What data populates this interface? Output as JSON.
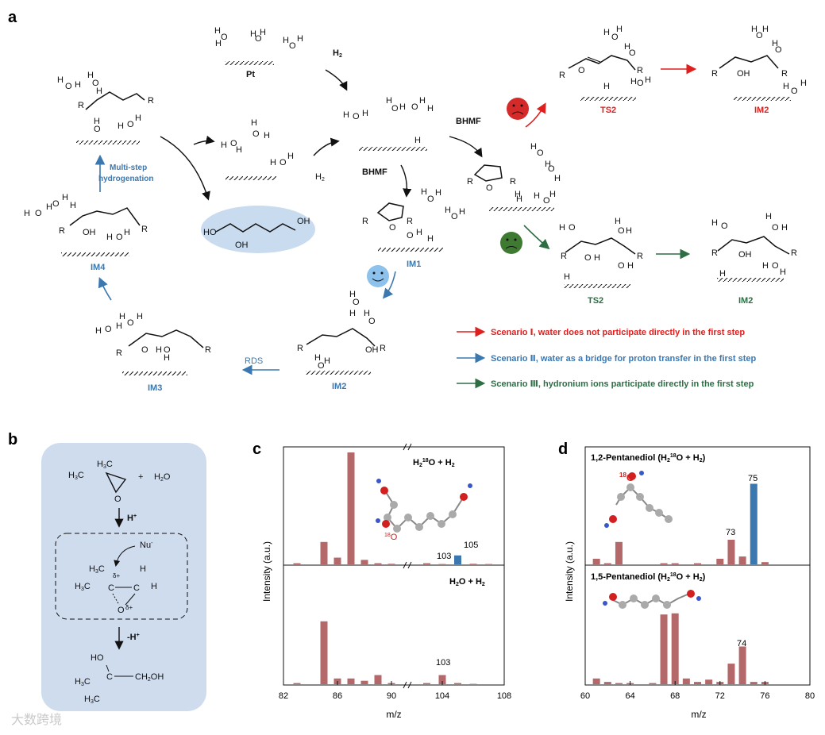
{
  "panels": {
    "a": "a",
    "b": "b",
    "c": "c",
    "d": "d"
  },
  "scheme_a": {
    "surface_pt": "Pt",
    "h2": "H",
    "h2_sub": "2",
    "bhmf": "BHMF",
    "rds": "RDS",
    "multistep": "Multi-step",
    "hydrogenation": "hydrogenation",
    "states": {
      "im1": "IM1",
      "im2_blue": "IM2",
      "im3": "IM3",
      "im4": "IM4",
      "ts2_red": "TS2",
      "im2_red": "IM2",
      "ts2_green": "TS2",
      "im2_green": "IM2"
    },
    "legend": [
      {
        "text": "Scenario Ⅰ, water does not participate directly in  the first step",
        "color": "#e01e1e"
      },
      {
        "text": "Scenario Ⅱ, water as a bridge for proton transfer in the first step",
        "color": "#3b78b0"
      },
      {
        "text": "Scenario Ⅲ, hydronium ions  participate directly in the first step",
        "color": "#2e6e45"
      }
    ]
  },
  "scheme_b": {
    "h3c1": "H3C",
    "h3c2": "H3C",
    "plus": "+",
    "h2o": "H2O",
    "hplus": "H+",
    "nu": "Nu-",
    "delta": "δ+",
    "minush": "-H+",
    "ho": "HO",
    "ch2oh": "CH2OH",
    "h3c_prod": "H3C",
    "h3c_prod2": "H3C"
  },
  "chart_c": {
    "ylabel": "Intensity (a.u.)",
    "xlabel": "m/z",
    "xticks": [
      "82",
      "86",
      "90",
      "104",
      "108"
    ],
    "top_label": "H2¹⁸O + H2",
    "bottom_label": "H2O + H2",
    "ann_103": "103",
    "ann_105": "105",
    "ann_103b": "103",
    "ann_18o": "18O"
  },
  "chart_d": {
    "ylabel": "Intensity (a.u.)",
    "xlabel": "m/z",
    "xticks": [
      "60",
      "64",
      "68",
      "72",
      "76",
      "80"
    ],
    "top_label": "1,2-Pentanediol (H2¹⁸O + H2)",
    "bottom_label": "1,5-Pentanediol (H2¹⁸O + H2)",
    "ann_75": "75",
    "ann_73": "73",
    "ann_74": "74",
    "ann_18o": "18O"
  },
  "watermark": "大数跨境",
  "chart_data": [
    {
      "type": "bar",
      "title": "c (top): H2¹⁸O + H2",
      "x": [
        83,
        85,
        86,
        87,
        88,
        89,
        90,
        103,
        104,
        105,
        106,
        107
      ],
      "values": [
        1,
        20,
        6,
        100,
        4,
        1,
        0.5,
        1,
        0.3,
        8,
        0.5,
        0.3
      ],
      "color_highlight": {
        "105": "#3b78b0"
      },
      "color": "#b5686a"
    },
    {
      "type": "bar",
      "title": "c (bottom): H2O + H2",
      "x": [
        83,
        85,
        86,
        87,
        88,
        89,
        90,
        103,
        104,
        105,
        106
      ],
      "values": [
        1,
        55,
        5,
        5,
        3,
        8,
        1,
        1,
        8,
        1,
        0.3
      ],
      "color": "#b5686a"
    },
    {
      "type": "bar",
      "title": "d (top): 1,2-Pentanediol (H2¹⁸O + H2)",
      "x": [
        61,
        62,
        63,
        67,
        68,
        70,
        72,
        73,
        74,
        75,
        76
      ],
      "values": [
        5,
        1,
        20,
        1,
        1,
        1,
        5,
        22,
        7,
        72,
        2
      ],
      "color_highlight": {
        "75": "#3b78b0"
      },
      "color": "#b5686a"
    },
    {
      "type": "bar",
      "title": "d (bottom): 1,5-Pentanediol (H2¹⁸O + H2)",
      "x": [
        61,
        62,
        63,
        64,
        66,
        67,
        68,
        69,
        70,
        71,
        72,
        73,
        74,
        75,
        76
      ],
      "values": [
        5,
        2,
        1,
        1,
        1,
        61,
        62,
        5,
        2,
        4,
        2,
        18,
        33,
        2,
        2
      ],
      "color": "#b5686a"
    }
  ]
}
